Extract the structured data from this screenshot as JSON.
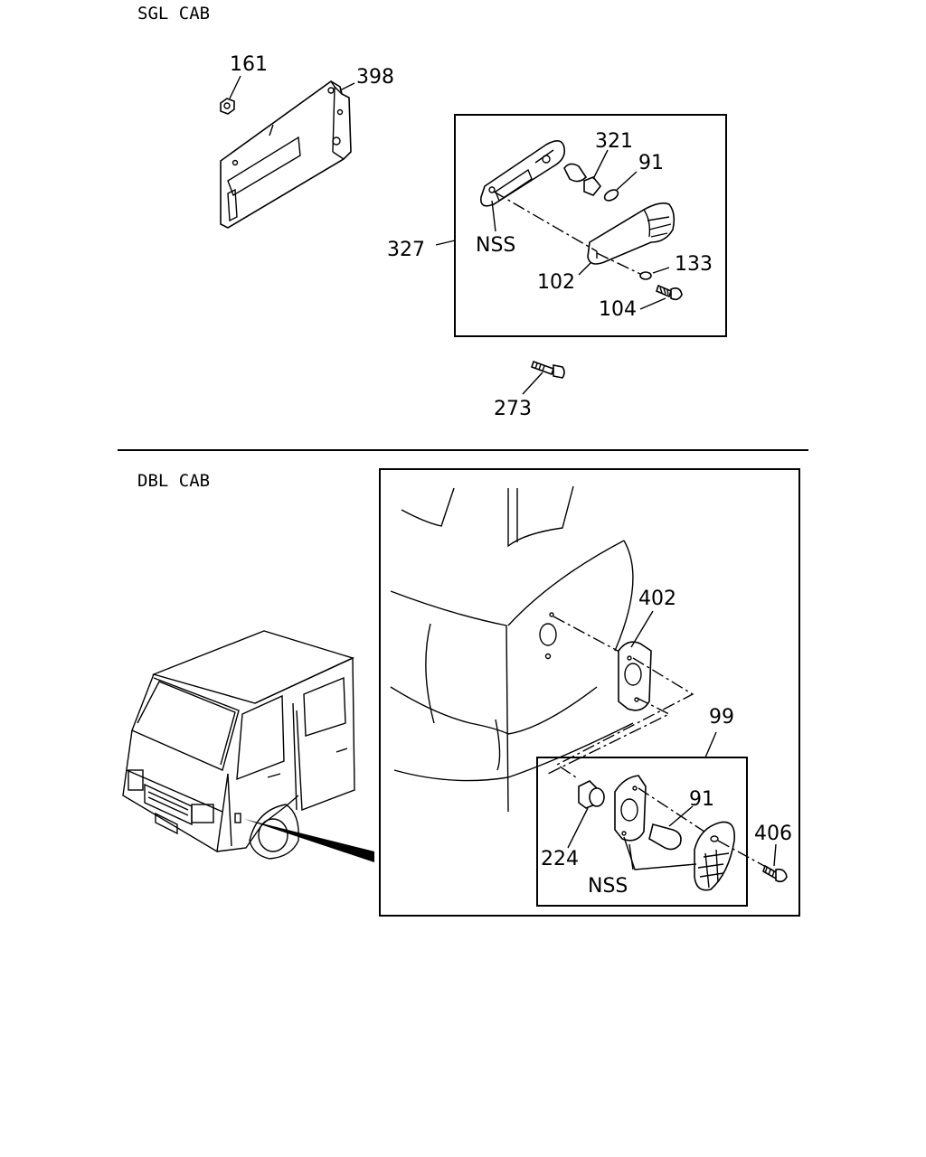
{
  "sections": {
    "single_cab": "SGL CAB",
    "double_cab": "DBL CAB"
  },
  "callouts": {
    "c161": "161",
    "c398": "398",
    "c321": "321",
    "c91_top": "91",
    "c327": "327",
    "c_nss_top": "NSS",
    "c133": "133",
    "c102": "102",
    "c104": "104",
    "c273": "273",
    "c402": "402",
    "c99": "99",
    "c91_bottom": "91",
    "c406": "406",
    "c224": "224",
    "c_nss_bottom": "NSS"
  }
}
